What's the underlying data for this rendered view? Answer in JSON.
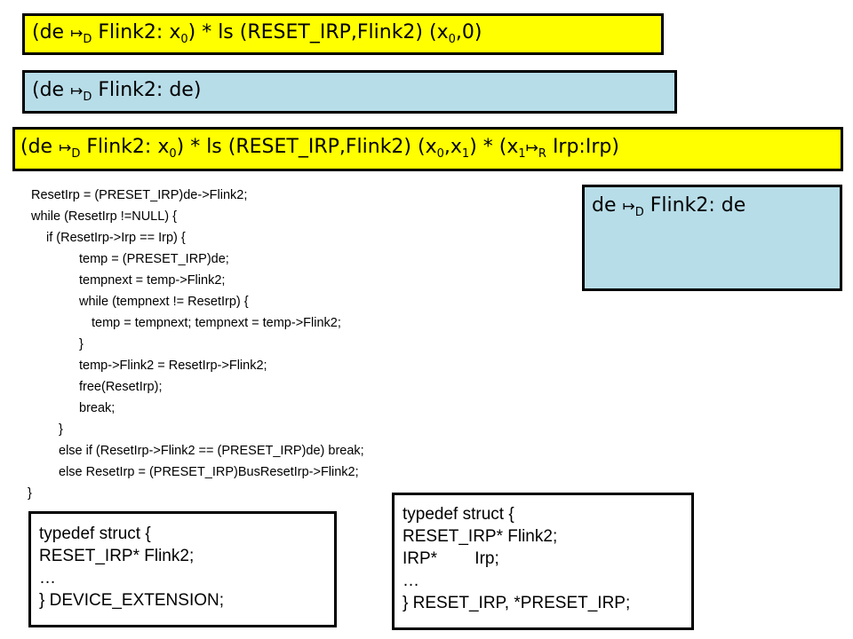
{
  "formula_top": {
    "de": "de",
    "sub": "D",
    "field": "Flink2: x",
    "x_sub": "0",
    "rest": ") * ls (RESET_IRP,Flink2) (x",
    "rest_sub": "0",
    "tail": ",0)"
  },
  "formula_middle": {
    "de": "de",
    "sub": "D",
    "tail": "Flink2: de)"
  },
  "formula_long": {
    "de": "de",
    "sub": "D",
    "field": "Flink2: x",
    "x_sub": "0",
    "rest": ") * ls (RESET_IRP,Flink2) (x",
    "rest_sub0": "0",
    "comma_x": ",x",
    "rest_sub1": "1",
    "mid": ") * (x",
    "x1_sub": "1",
    "r_sub": "R",
    "tail": "Irp:Irp)"
  },
  "side_box": {
    "de": "de",
    "sub": "D",
    "tail": "Flink2: de"
  },
  "symbols": {
    "open": "(",
    "mapsto": "↦"
  },
  "code_lines": [
    "ResetIrp = (PRESET_IRP)de->Flink2;",
    "while (ResetIrp !=NULL) {",
    "if (ResetIrp->Irp == Irp) {",
    "temp = (PRESET_IRP)de;",
    "tempnext = temp->Flink2;",
    "while (tempnext != ResetIrp) {",
    "temp = tempnext; tempnext = temp->Flink2;",
    "}",
    "temp->Flink2 = ResetIrp->Flink2;",
    "free(ResetIrp);",
    "break;",
    "}",
    "else if (ResetIrp->Flink2 == (PRESET_IRP)de) break;",
    "else ResetIrp = (PRESET_IRP)BusResetIrp->Flink2;",
    "}"
  ],
  "struct_device": [
    "typedef struct {",
    "RESET_IRP* Flink2;",
    "…",
    "} DEVICE_EXTENSION;"
  ],
  "struct_reset": [
    "typedef struct {",
    "RESET_IRP* Flink2;",
    "IRP*        Irp;",
    "…",
    "} RESET_IRP, *PRESET_IRP;"
  ],
  "colors": {
    "yellow": "#ffff00",
    "cyan": "#b7dde8"
  }
}
